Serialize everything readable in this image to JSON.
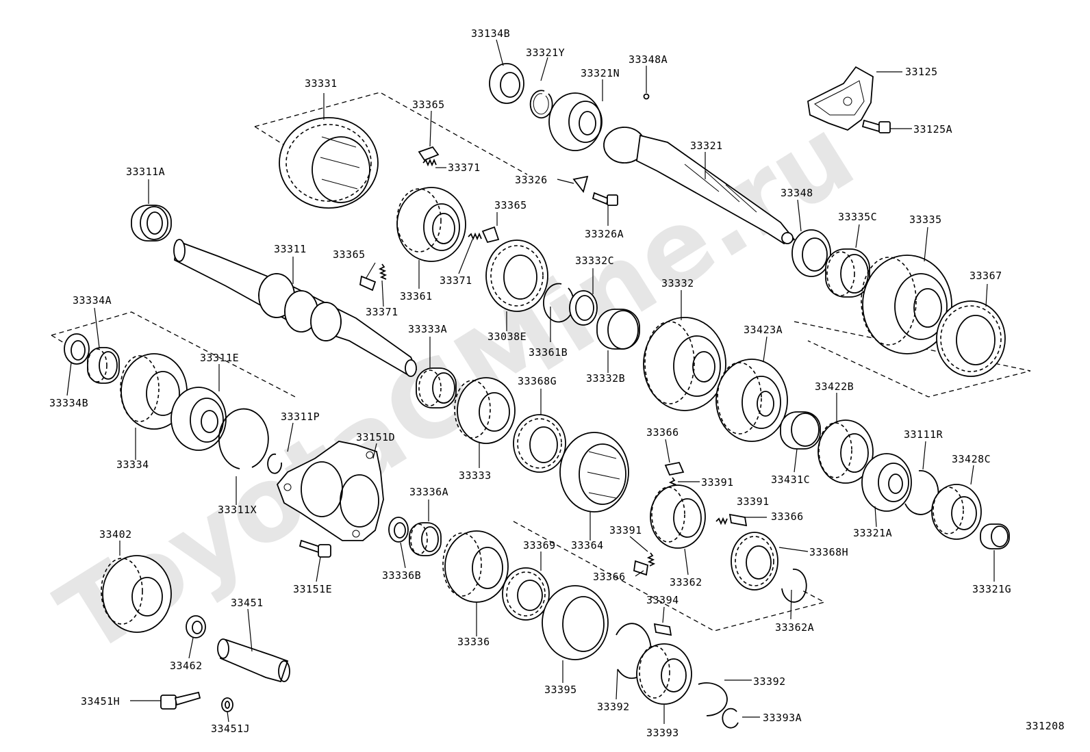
{
  "diagram": {
    "watermark": "ToyotaGMine.ru",
    "drawing_number": "331208",
    "labels": {
      "p33134B": "33134B",
      "p33321Y": "33321Y",
      "p33348A": "33348A",
      "p33125": "33125",
      "p33321N": "33321N",
      "p33331": "33331",
      "p33365_top": "33365",
      "p33371_top": "33371",
      "p33326": "33326",
      "p33321": "33321",
      "p33125A": "33125A",
      "p33311A": "33311A",
      "p33365_mid": "33365",
      "p33326A": "33326A",
      "p33348": "33348",
      "p33335C": "33335C",
      "p33335": "33335",
      "p33311": "33311",
      "p33365_low": "33365",
      "p33371_mid": "33371",
      "p33332C": "33332C",
      "p33367": "33367",
      "p33332": "33332",
      "p33361": "33361",
      "p33371_low": "33371",
      "p33334A": "33334A",
      "p33333A": "33333A",
      "p33038E": "33038E",
      "p33423A": "33423A",
      "p33311E": "33311E",
      "p33361B": "33361B",
      "p33334B": "33334B",
      "p33368G": "33368G",
      "p33332B": "33332B",
      "p33422B": "33422B",
      "p33311P": "33311P",
      "p33151D": "33151D",
      "p33111R": "33111R",
      "p33366_a": "33366",
      "p33428C": "33428C",
      "p33334": "33334",
      "p33333": "33333",
      "p33391_a": "33391",
      "p33431C": "33431C",
      "p33311X": "33311X",
      "p33336A": "33336A",
      "p33391_b": "33391",
      "p33366_b": "33366",
      "p33321A": "33321A",
      "p33402": "33402",
      "p33391_c": "33391",
      "p33369": "33369",
      "p33364": "33364",
      "p33368H": "33368H",
      "p33336B": "33336B",
      "p33366_c": "33366",
      "p33362": "33362",
      "p33151E": "33151E",
      "p33321G": "33321G",
      "p33451": "33451",
      "p33394": "33394",
      "p33362A": "33362A",
      "p33336": "33336",
      "p33462": "33462",
      "p33392_a": "33392",
      "p33395": "33395",
      "p33392_b": "33392",
      "p33451H": "33451H",
      "p33393A": "33393A",
      "p33451J": "33451J",
      "p33393": "33393"
    }
  }
}
